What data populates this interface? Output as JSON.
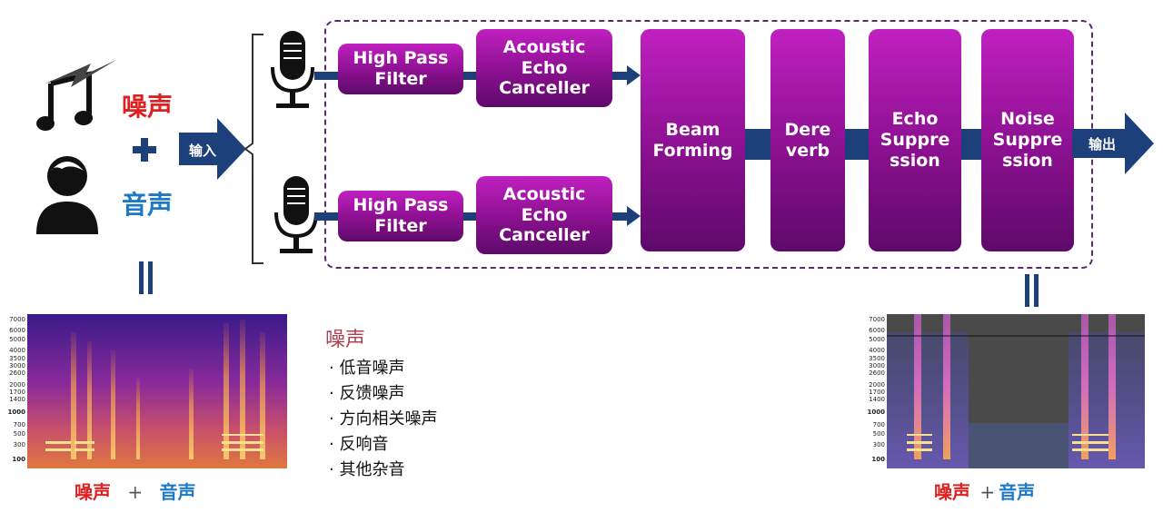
{
  "input": {
    "noise_label": "噪声",
    "plus": "+",
    "voice_label": "音声",
    "input_arrow_label": "输入",
    "equals": "||"
  },
  "pipeline": {
    "mic1_hpf": [
      "High Pass",
      "Filter"
    ],
    "mic1_aec": [
      "Acoustic",
      "Echo",
      "Canceller"
    ],
    "mic2_hpf": [
      "High Pass",
      "Filter"
    ],
    "mic2_aec": [
      "Acoustic",
      "Echo",
      "Canceller"
    ],
    "beam": [
      "Beam",
      "Forming"
    ],
    "dereverb": [
      "Dere",
      "verb"
    ],
    "echo_supp": [
      "Echo",
      "Suppre",
      "ssion"
    ],
    "noise_supp": [
      "Noise",
      "Suppre",
      "ssion"
    ],
    "output_arrow_label": "输出",
    "output_equals": "||"
  },
  "noise_types": {
    "title": "噪声",
    "items": [
      "· 低音噪声",
      "· 反馈噪声",
      "· 方向相关噪声",
      "· 反响音",
      "· 其他杂音"
    ]
  },
  "spectrograms": {
    "y_ticks": [
      "7000",
      "6000",
      "5000",
      "4000",
      "3500",
      "3000",
      "2600",
      "2000",
      "1700",
      "1400",
      "1000",
      "700",
      "500",
      "300",
      "100"
    ],
    "left_caption": {
      "noise": "噪声",
      "plus": "+",
      "voice": "音声"
    },
    "right_caption": {
      "noise": "噪声",
      "plus": "+",
      "voice": "音声"
    }
  },
  "colors": {
    "block_purple": "#8a108f",
    "arrow_navy": "#1d3f7a",
    "dashed_border": "#5a2a70",
    "noise_red": "#e02020",
    "voice_blue": "#1e78c8"
  }
}
